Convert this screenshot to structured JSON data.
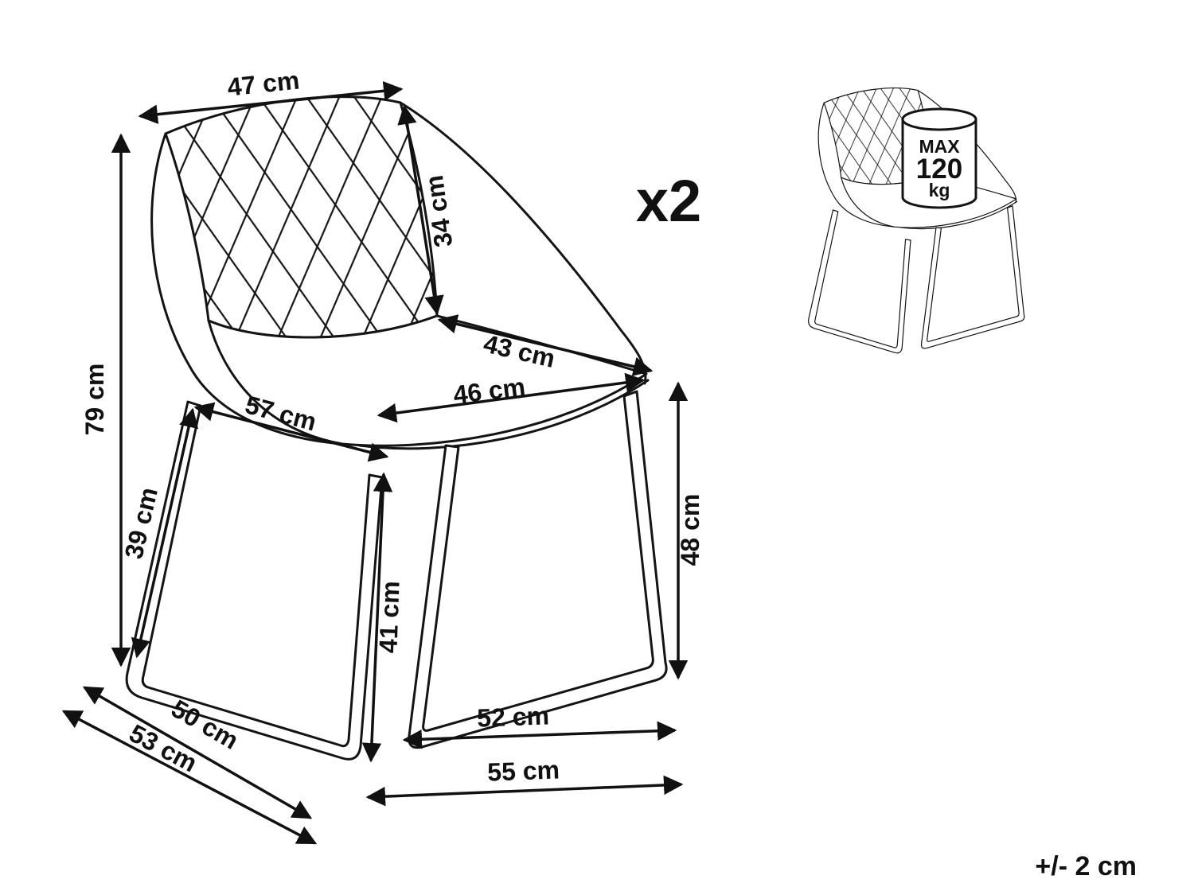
{
  "diagram": {
    "quantity_label": "x2",
    "tolerance_label": "+/- 2 cm",
    "weight_limit": {
      "line1": "MAX",
      "line2": "120",
      "line3": "kg"
    },
    "dimensions": {
      "top_width": "47 cm",
      "backrest_height": "34 cm",
      "total_height": "79 cm",
      "seat_depth": "43 cm",
      "seat_width": "46 cm",
      "underseat_depth": "57 cm",
      "front_leg_length": "39 cm",
      "rear_leg_height": "41 cm",
      "seat_height": "48 cm",
      "base_width_inner": "50 cm",
      "base_width_outer": "53 cm",
      "base_depth_inner": "52 cm",
      "base_depth_outer": "55 cm"
    },
    "colors": {
      "line": "#141414",
      "background": "#ffffff"
    }
  }
}
